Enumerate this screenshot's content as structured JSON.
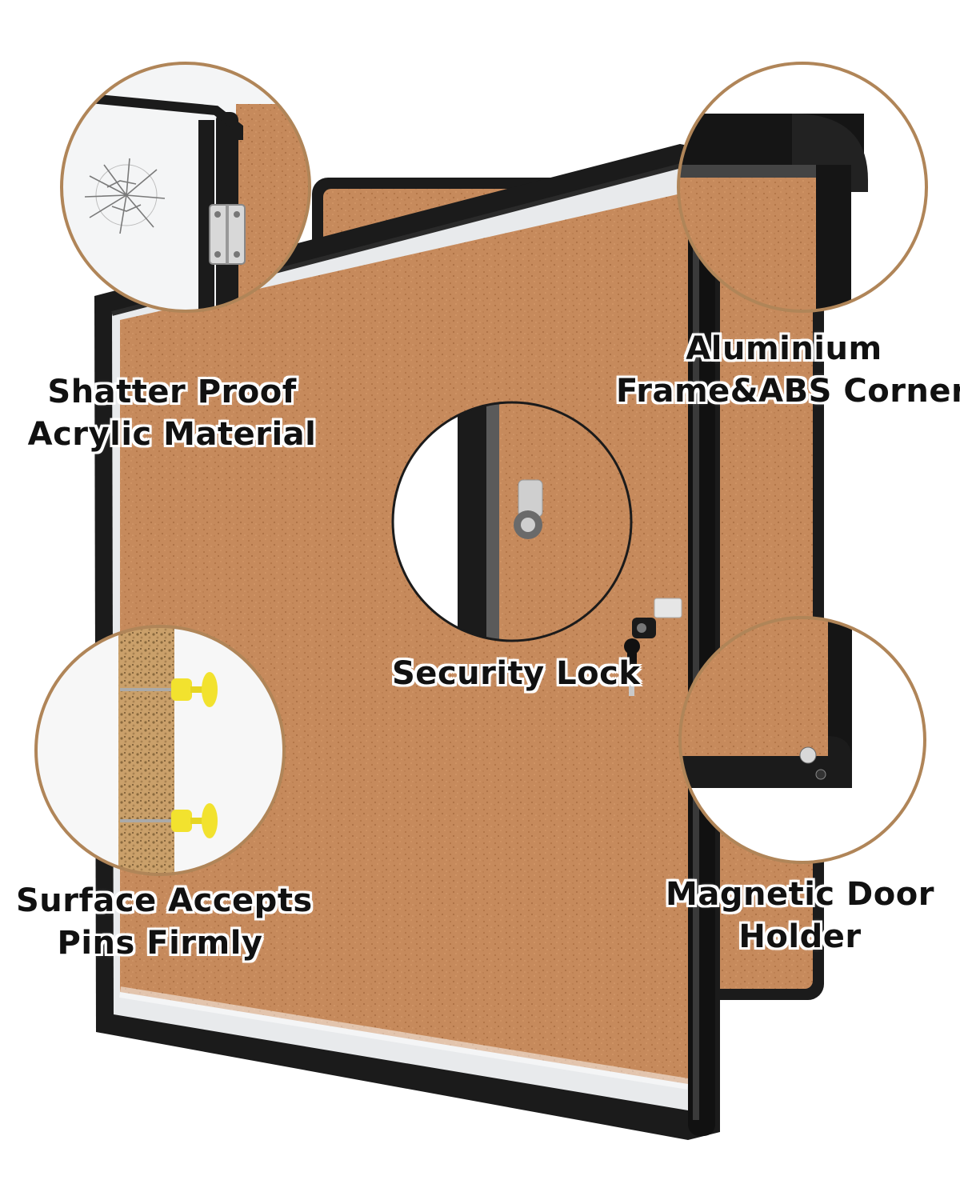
{
  "colors": {
    "cork": "#c68a5c",
    "cork_dark": "#b27547",
    "frame": "#1b1b1b",
    "circle_border": "#b08558",
    "pin": "#f2e22e",
    "background": "#ffffff"
  },
  "callouts": {
    "shatter_proof": {
      "line1": "Shatter Proof",
      "line2": "Acrylic Material"
    },
    "aluminium": {
      "line1": "Aluminium",
      "line2": "Frame&ABS Corners"
    },
    "security_lock": {
      "line1": "Security Lock"
    },
    "surface_pins": {
      "line1": "Surface Accepts",
      "line2": "Pins Firmly"
    },
    "magnetic_door": {
      "line1": "Magnetic Door",
      "line2": "Holder"
    }
  },
  "icons": [
    "hinge-icon",
    "crack-icon",
    "lock-icon",
    "key-icon",
    "push-pin-icon",
    "magnet-icon"
  ]
}
